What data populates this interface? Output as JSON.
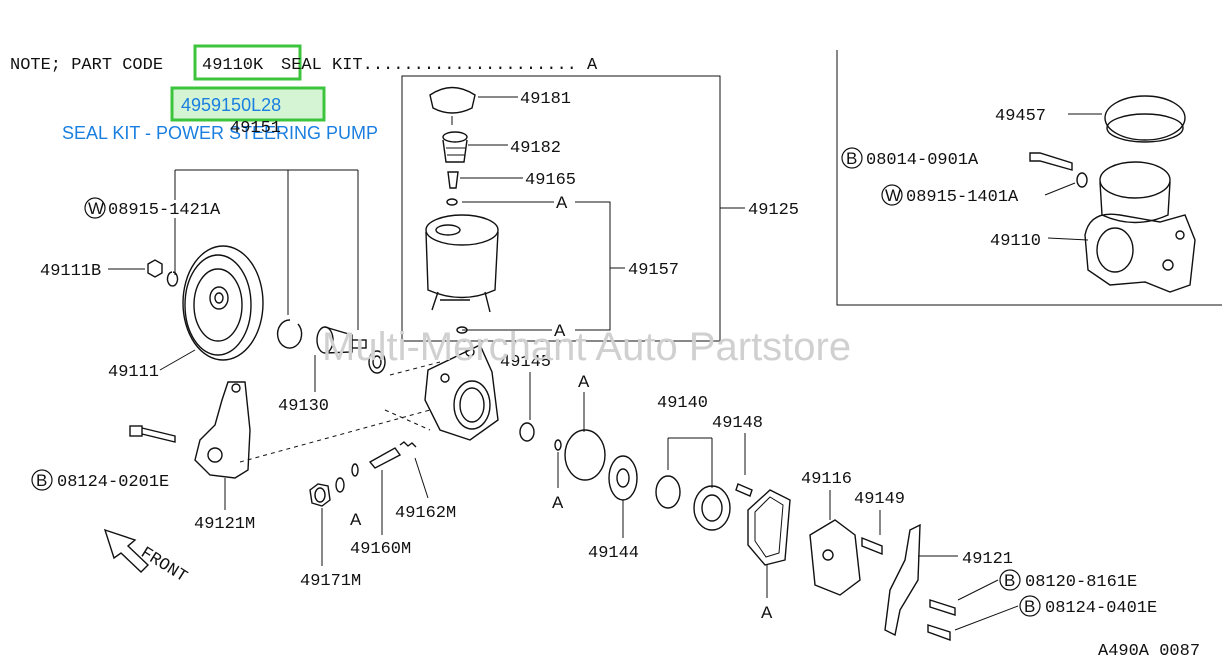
{
  "note": {
    "prefix": "NOTE; PART CODE",
    "code": "49110K",
    "suffix": "SEAL KIT..................... A"
  },
  "highlight_part": "4959150L28",
  "seal_kit_label": "SEAL KIT - POWER STEERING PUMP",
  "watermark": "Multi-Merchant Auto Partstore",
  "diagram_code": "A490A 0087",
  "front_label": "FRONT",
  "parts": {
    "p49151": "49151",
    "p08915_1421A": "08915-1421A",
    "p49111B": "49111B",
    "p49111": "49111",
    "p49130": "49130",
    "p08124_0201E": "08124-0201E",
    "p49121M": "49121M",
    "p49171M": "49171M",
    "p49160M": "49160M",
    "p49162M": "49162M",
    "p49145": "49145",
    "p49144": "49144",
    "p49140": "49140",
    "p49148": "49148",
    "p49116": "49116",
    "p49149": "49149",
    "p49121": "49121",
    "p08120_8161E": "08120-8161E",
    "p08124_0401E": "08124-0401E",
    "p49181": "49181",
    "p49182": "49182",
    "p49165": "49165",
    "p49157": "49157",
    "p49125": "49125",
    "p49457": "49457",
    "p08014_0901A": "08014-0901A",
    "p08915_1401A": "08915-1401A",
    "p49110": "49110"
  },
  "markers": {
    "A": "A",
    "B": "B",
    "W": "W"
  }
}
